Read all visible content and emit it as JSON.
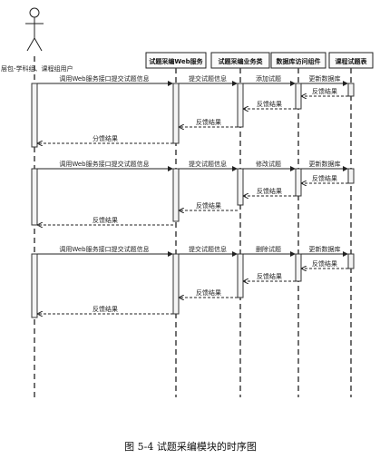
{
  "actor": {
    "label": "层包-学科组、课程组用户"
  },
  "participants": [
    {
      "id": "web",
      "label": "试题采编Web服务"
    },
    {
      "id": "biz",
      "label": "试题采编业务类"
    },
    {
      "id": "dao",
      "label": "数据库访问组件"
    },
    {
      "id": "tbl",
      "label": "课程试题表"
    }
  ],
  "blocks": [
    {
      "messages": [
        {
          "text": "调用Web服务接口提交试题信息"
        },
        {
          "text": "提交试题信息"
        },
        {
          "text": "添加试题"
        },
        {
          "text": "更新数据库"
        },
        {
          "text": "反馈结果"
        },
        {
          "text": "反馈结果"
        },
        {
          "text": "反馈结果"
        },
        {
          "text": "分馈结果"
        }
      ]
    },
    {
      "messages": [
        {
          "text": "调用Web服务接口提交试题信息"
        },
        {
          "text": "提交试题信息"
        },
        {
          "text": "修改试题"
        },
        {
          "text": "更新数据库"
        },
        {
          "text": "反馈结果"
        },
        {
          "text": "反馈结果"
        },
        {
          "text": "反馈结果"
        },
        {
          "text": "反馈结果"
        }
      ]
    },
    {
      "messages": [
        {
          "text": "调用Web服务接口提交试题信息"
        },
        {
          "text": "提交试题信息"
        },
        {
          "text": "删除试题"
        },
        {
          "text": "更新数据库"
        },
        {
          "text": "反馈结果"
        },
        {
          "text": "反馈结果"
        },
        {
          "text": "反馈结果"
        },
        {
          "text": "反馈结果"
        }
      ]
    }
  ],
  "caption": "图 5-4  试题采编模块的时序图"
}
